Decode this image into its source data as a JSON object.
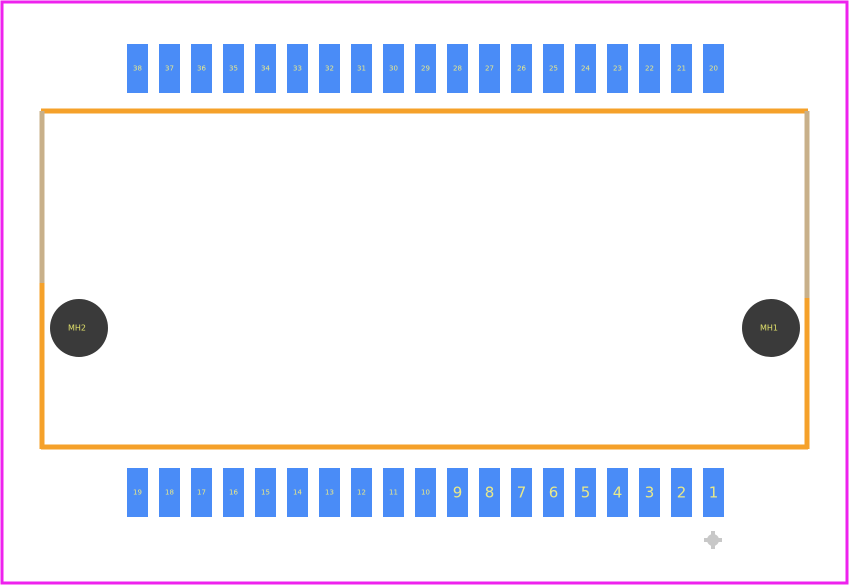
{
  "colors": {
    "board_outline": "#ee22ee",
    "silkscreen": "#f5a12a",
    "silkscreen_faded": "#c8b08a",
    "pad": "#4a8cf7",
    "pad_text": "#e9e98a",
    "mounting_hole": "#3a3a3a",
    "mounting_hole_text": "#e0e06a",
    "origin_marker": "#c8c8c8"
  },
  "top_pads": [
    "38",
    "37",
    "36",
    "35",
    "34",
    "33",
    "32",
    "31",
    "30",
    "29",
    "28",
    "27",
    "26",
    "25",
    "24",
    "23",
    "22",
    "21",
    "20"
  ],
  "bottom_pads": [
    "19",
    "18",
    "17",
    "16",
    "15",
    "14",
    "13",
    "12",
    "11",
    "10",
    "9",
    "8",
    "7",
    "6",
    "5",
    "4",
    "3",
    "2",
    "1"
  ],
  "mounting_holes": {
    "left": "MH2",
    "right": "MH1"
  },
  "origin_marker_icon": "crosshair-origin-icon"
}
